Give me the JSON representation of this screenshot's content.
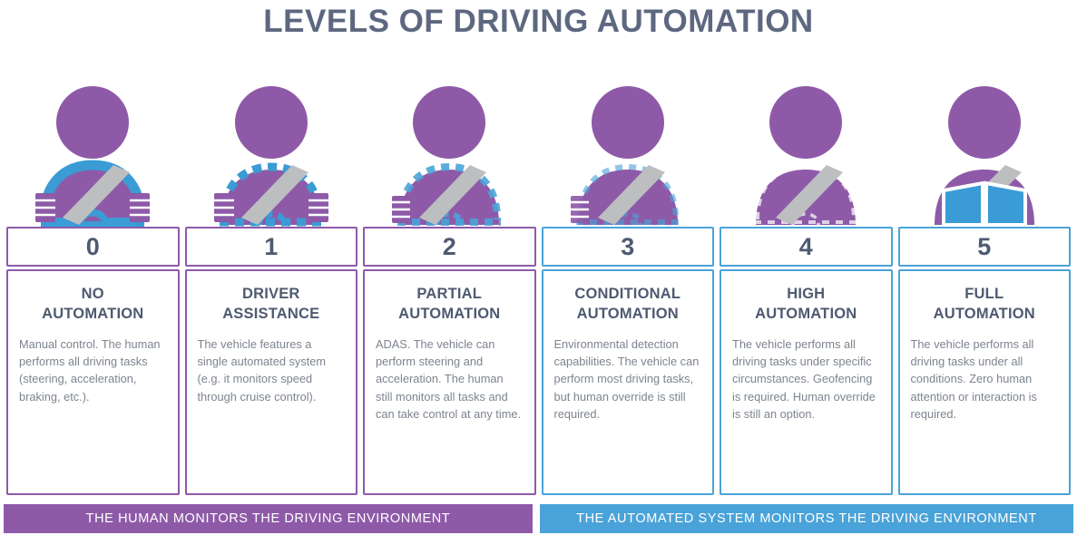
{
  "title": "LEVELS OF DRIVING AUTOMATION",
  "colors": {
    "purple": "#8e5aa8",
    "blue": "#4aa3d8",
    "heading_text": "#4e5a70",
    "body_text": "#7d848f",
    "title_text": "#5d6880"
  },
  "levels": [
    {
      "number": "0",
      "name": "NO\nAUTOMATION",
      "description": "Manual control. The human performs all driving tasks (steering, acceleration, braking, etc.).",
      "accent": "purple",
      "icon": "driver-hands-on-solid-wheel-icon"
    },
    {
      "number": "1",
      "name": "DRIVER\nASSISTANCE",
      "description": "The vehicle features a single automated system (e.g. it monitors speed through cruise control).",
      "accent": "purple",
      "icon": "driver-hands-on-dashed-wheel-icon"
    },
    {
      "number": "2",
      "name": "PARTIAL\nAUTOMATION",
      "description": "ADAS. The vehicle can perform steering and acceleration. The human still monitors all tasks and can take control at any time.",
      "accent": "purple",
      "icon": "driver-one-hand-dashed-wheel-icon"
    },
    {
      "number": "3",
      "name": "CONDITIONAL\nAUTOMATION",
      "description": "Environmental detection capabilities. The vehicle can perform most driving tasks, but human override is still required.",
      "accent": "blue",
      "icon": "driver-faded-dashed-wheel-icon"
    },
    {
      "number": "4",
      "name": "HIGH\nAUTOMATION",
      "description": "The vehicle performs all driving tasks under specific circumstances. Geofencing is required. Human override is still an option.",
      "accent": "blue",
      "icon": "driver-ghost-wheel-icon"
    },
    {
      "number": "5",
      "name": "FULL\nAUTOMATION",
      "description": "The vehicle performs all driving tasks under all conditions. Zero human attention or interaction is required.",
      "accent": "blue",
      "icon": "passenger-reading-book-icon"
    }
  ],
  "banners": {
    "human": "THE HUMAN MONITORS THE DRIVING ENVIRONMENT",
    "automated": "THE AUTOMATED SYSTEM MONITORS THE DRIVING ENVIRONMENT"
  }
}
